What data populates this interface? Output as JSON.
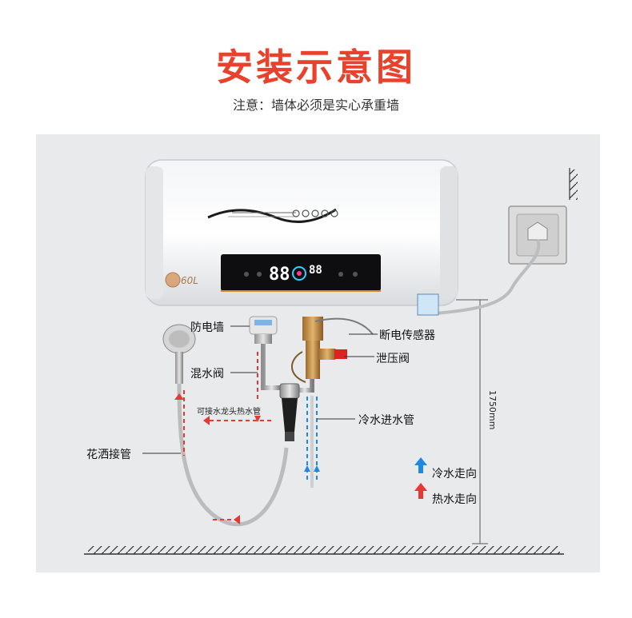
{
  "header": {
    "title": "安装示意图",
    "note": "注意：墙体必须是实心承重墙"
  },
  "heater": {
    "capacity_badge": "60L",
    "display_digits": "88",
    "display_small": "88"
  },
  "labels": {
    "anti_electric_wall": "防电墙",
    "power_sensor": "断电传感器",
    "mixing_valve": "混水阀",
    "pressure_relief_valve": "泄压阀",
    "faucet_hot_pipe": "可接水龙头热水管",
    "cold_inlet_pipe": "冷水进水管",
    "shower_hose": "花洒接管",
    "height": "1750mm"
  },
  "legend": {
    "cold": "冷水走向",
    "hot": "热水走向"
  },
  "colors": {
    "title": "#e8412c",
    "cold_arrow": "#1e88e5",
    "hot_arrow": "#e53935",
    "panel": "#e9eaec"
  }
}
